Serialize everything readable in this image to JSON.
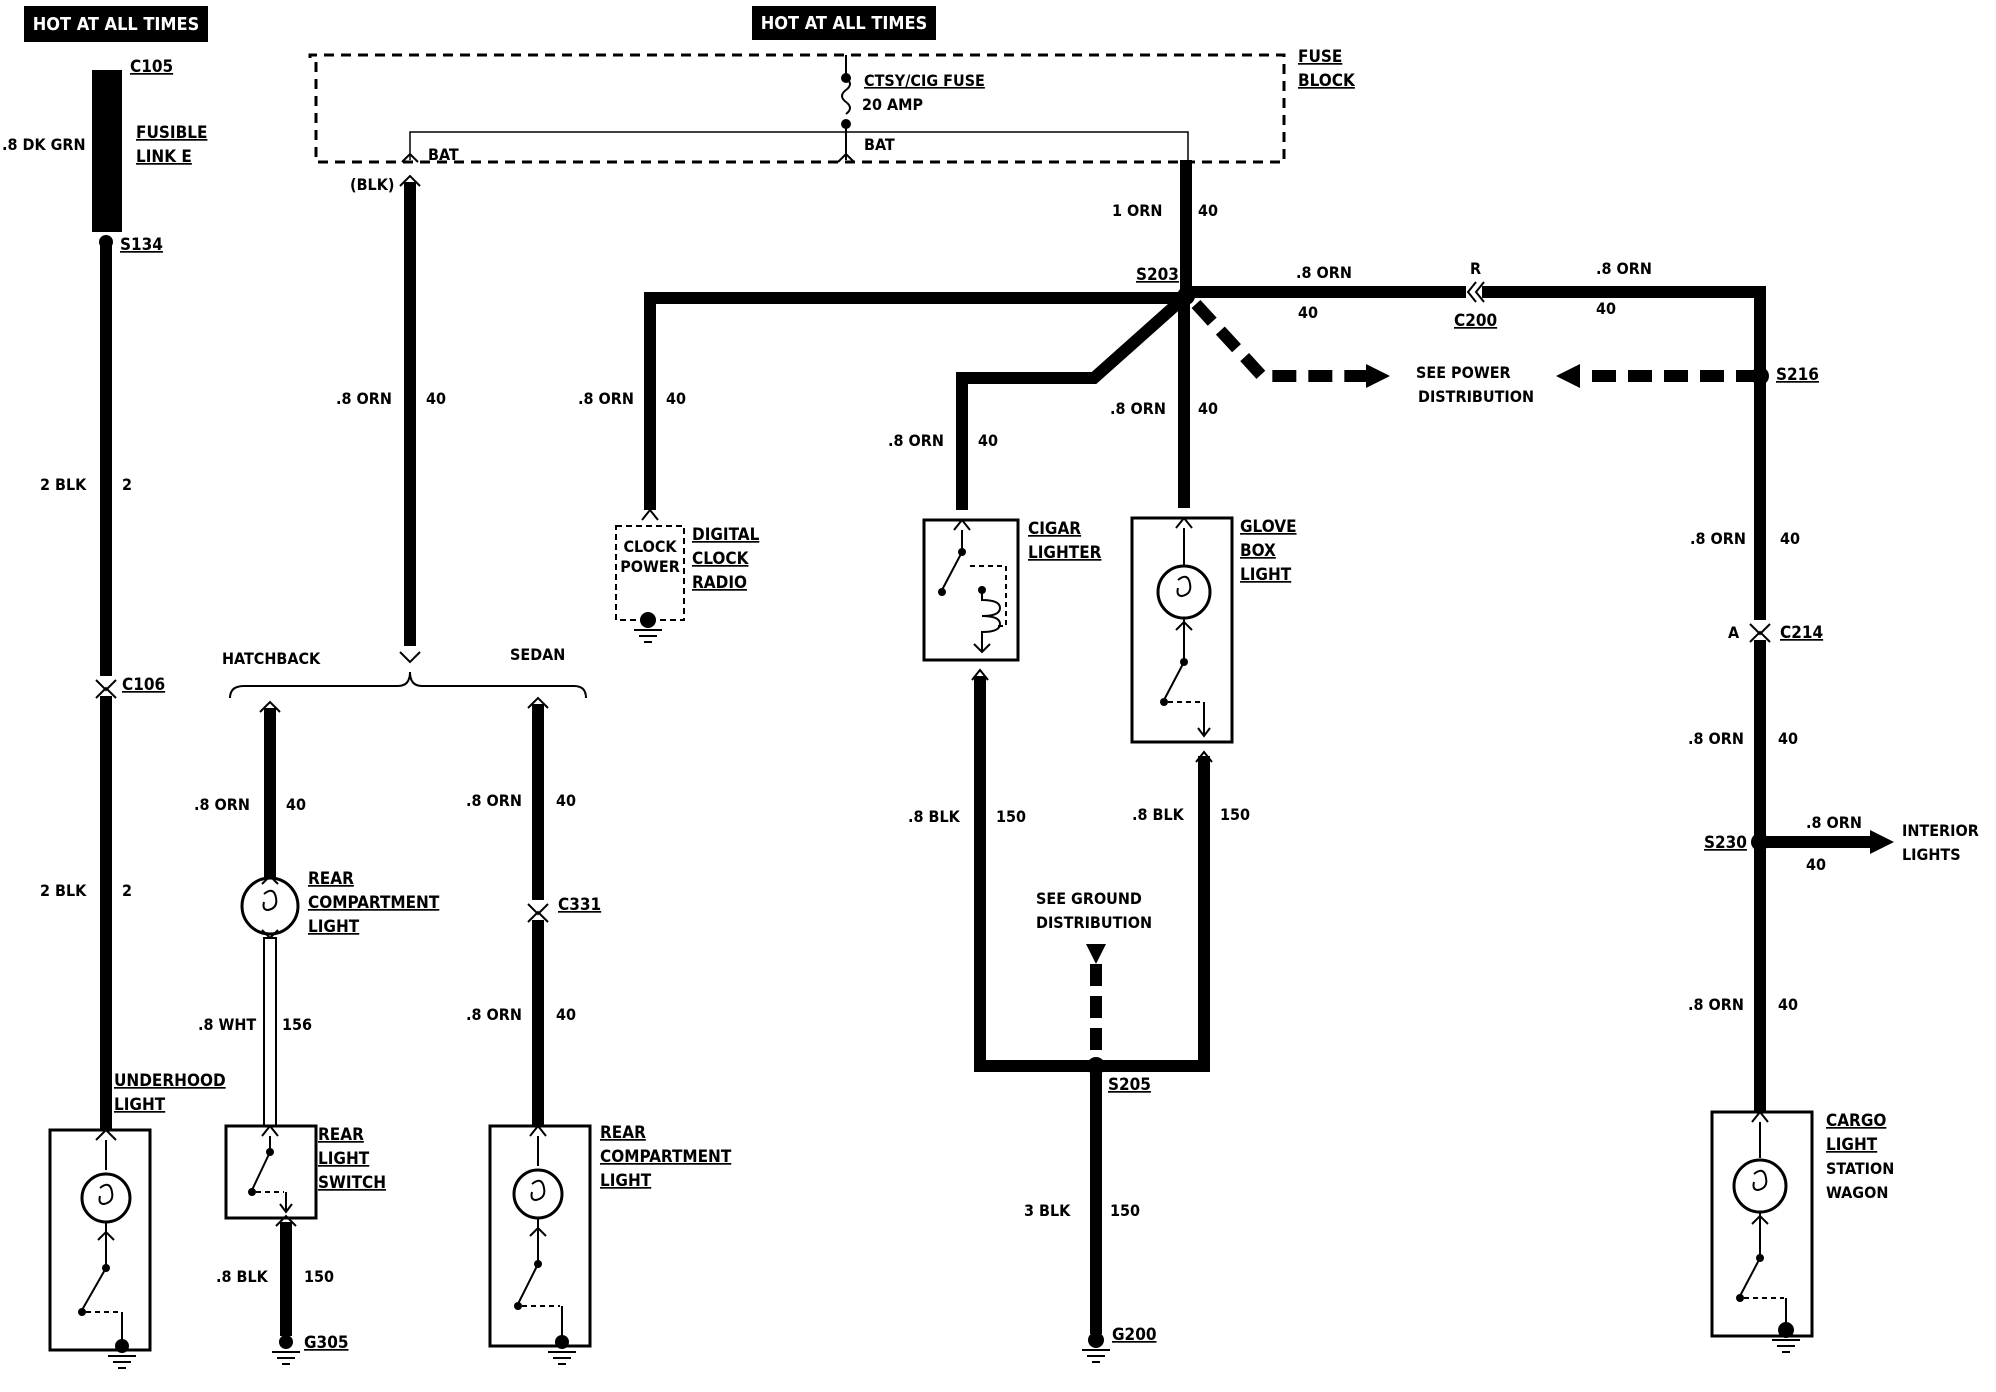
{
  "headers": {
    "left": "HOT AT ALL TIMES",
    "center": "HOT AT ALL TIMES"
  },
  "fuse_block": {
    "fuse_name": "CTSY/CIG FUSE",
    "fuse_rating": "20 AMP",
    "label_line1": "FUSE",
    "label_line2": "BLOCK",
    "bat_left": "BAT",
    "bat_right": "BAT",
    "blk": "(BLK)"
  },
  "connectors": {
    "c105": "C105",
    "s134": "S134",
    "c106": "C106",
    "s203": "S203",
    "c200": "C200",
    "c200_pin": "R",
    "s216": "S216",
    "c214": "C214",
    "c214_pin": "A",
    "s230": "S230",
    "c331": "C331",
    "s205": "S205",
    "g200": "G200",
    "g305": "G305"
  },
  "wires": {
    "fusible_wire": ".8 DK GRN",
    "blk2_upper": "2 BLK",
    "blk2_upper_ckt": "2",
    "blk2_lower": "2 BLK",
    "blk2_lower_ckt": "2",
    "orn1": "1 ORN",
    "orn1_ckt": "40",
    "s203_right": ".8 ORN",
    "s203_right_ckt": "40",
    "c200_right": ".8 ORN",
    "c200_right_ckt": "40",
    "batline": ".8 ORN",
    "batline_ckt": "40",
    "clock": ".8 ORN",
    "clock_ckt": "40",
    "cigar": ".8 ORN",
    "cigar_ckt": "40",
    "glove": ".8 ORN",
    "glove_ckt": "40",
    "cargo_up": ".8 ORN",
    "cargo_up_ckt": "40",
    "cargo_mid": ".8 ORN",
    "cargo_mid_ckt": "40",
    "interior": ".8 ORN",
    "interior_ckt": "40",
    "cargo_low": ".8 ORN",
    "cargo_low_ckt": "40",
    "hatch": ".8 ORN",
    "hatch_ckt": "40",
    "wht": ".8 WHT",
    "wht_ckt": "156",
    "switch_gnd": ".8 BLK",
    "switch_gnd_ckt": "150",
    "sedan_up": ".8 ORN",
    "sedan_up_ckt": "40",
    "sedan_low": ".8 ORN",
    "sedan_low_ckt": "40",
    "cigar_gnd": ".8 BLK",
    "cigar_gnd_ckt": "150",
    "glove_gnd": ".8 BLK",
    "glove_gnd_ckt": "150",
    "main_gnd": "3 BLK",
    "main_gnd_ckt": "150"
  },
  "components": {
    "fusible_l1": "FUSIBLE",
    "fusible_l2": "LINK E",
    "underhood_l1": "UNDERHOOD",
    "underhood_l2": "LIGHT",
    "hatchback": "HATCHBACK",
    "sedan": "SEDAN",
    "rear_comp_h_l1": "REAR",
    "rear_comp_h_l2": "COMPARTMENT",
    "rear_comp_h_l3": "LIGHT",
    "rear_switch_l1": "REAR",
    "rear_switch_l2": "LIGHT",
    "rear_switch_l3": "SWITCH",
    "rear_comp_s_l1": "REAR",
    "rear_comp_s_l2": "COMPARTMENT",
    "rear_comp_s_l3": "LIGHT",
    "clock_in1": "CLOCK",
    "clock_in2": "POWER",
    "clock_l1": "DIGITAL",
    "clock_l2": "CLOCK",
    "clock_l3": "RADIO",
    "cigar_l1": "CIGAR",
    "cigar_l2": "LIGHTER",
    "glove_l1": "GLOVE",
    "glove_l2": "BOX",
    "glove_l3": "LIGHT",
    "power_l1": "SEE POWER",
    "power_l2": "DISTRIBUTION",
    "ground_l1": "SEE GROUND",
    "ground_l2": "DISTRIBUTION",
    "interior_l1": "INTERIOR",
    "interior_l2": "LIGHTS",
    "cargo_l1": "CARGO",
    "cargo_l2": "LIGHT",
    "cargo_l3": "STATION",
    "cargo_l4": "WAGON"
  }
}
